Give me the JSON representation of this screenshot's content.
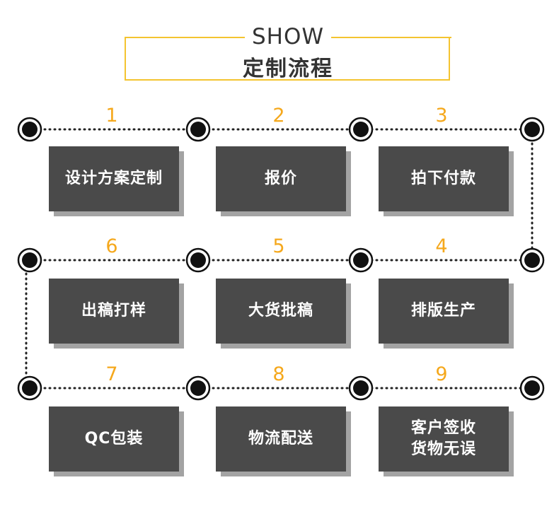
{
  "header": {
    "title_en": "SHOW",
    "title_cn": "定制流程"
  },
  "colors": {
    "accent": "#f5a81c",
    "frame": "#f4c430",
    "box": "#4a4a4a",
    "shadow": "#a3a3a3",
    "node": "#111111"
  },
  "steps": [
    {
      "number": "1",
      "label": "设计方案定制",
      "label2": ""
    },
    {
      "number": "2",
      "label": "报价",
      "label2": ""
    },
    {
      "number": "3",
      "label": "拍下付款",
      "label2": ""
    },
    {
      "number": "4",
      "label": "排版生产",
      "label2": ""
    },
    {
      "number": "5",
      "label": "大货批稿",
      "label2": ""
    },
    {
      "number": "6",
      "label": "出稿打样",
      "label2": ""
    },
    {
      "number": "7",
      "label": "QC包装",
      "label2": ""
    },
    {
      "number": "8",
      "label": "物流配送",
      "label2": ""
    },
    {
      "number": "9",
      "label": "客户签收",
      "label2": "货物无误"
    }
  ]
}
